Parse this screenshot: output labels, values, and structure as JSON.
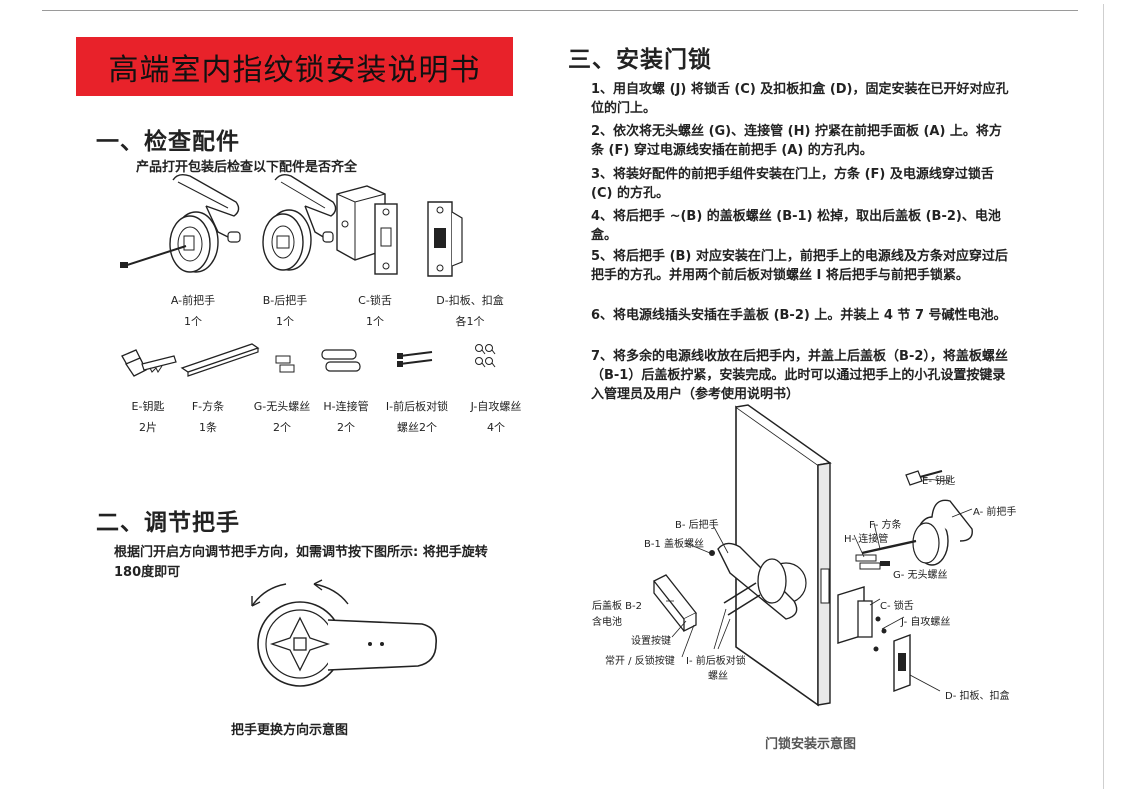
{
  "title": "高端室内指纹锁安装说明书",
  "sec1": {
    "heading": "一、检查配件",
    "intro": "产品打开包装后检查以下配件是否齐全",
    "row1": [
      {
        "name": "A-前把手",
        "qty": "1个"
      },
      {
        "name": "B-后把手",
        "qty": "1个"
      },
      {
        "name": "C-锁舌",
        "qty": "1个"
      },
      {
        "name": "D-扣板、扣盒",
        "qty": "各1个"
      }
    ],
    "row2": [
      {
        "name": "E-钥匙",
        "qty": "2片"
      },
      {
        "name": "F-方条",
        "qty": "1条"
      },
      {
        "name": "G-无头螺丝",
        "qty": "2个"
      },
      {
        "name": "H-连接管",
        "qty": "2个"
      },
      {
        "name": "I-前后板对锁",
        "name2": "螺丝",
        "qty": "2个"
      },
      {
        "name": "J-自攻螺丝",
        "qty": "4个"
      }
    ]
  },
  "sec2": {
    "heading": "二、调节把手",
    "intro_line1": "根据门开启方向调节把手方向，如需调节按下图所示: 将把手旋转",
    "intro_line2": "180度即可",
    "caption": "把手更换方向示意图"
  },
  "sec3": {
    "heading": "三、安装门锁",
    "steps": [
      "1、用自攻螺 (J) 将锁舌 (C) 及扣板扣盒 (D)，固定安装在已开好对应孔位的门上。",
      "2、依次将无头螺丝 (G)、连接管 (H) 拧紧在前把手面板 (A) 上。将方条 (F) 穿过电源线安插在前把手 (A) 的方孔内。",
      "3、将装好配件的前把手组件安装在门上，方条 (F) 及电源线穿过锁舌 (C) 的方孔。",
      "4、将后把手 ~(B) 的盖板螺丝 (B-1) 松掉，取出后盖板 (B-2)、电池盒。",
      "5、将后把手 (B) 对应安装在门上，前把手上的电源线及方条对应穿过后把手的方孔。并用两个前后板对锁螺丝 I 将后把手与前把手锁紧。",
      "6、将电源线插头安插在手盖板 (B-2) 上。并装上 4 节 7 号碱性电池。",
      "7、将多余的电源线收放在后把手内，并盖上后盖板（B-2），将盖板螺丝（B-1）后盖板拧紧，安装完成。此时可以通过把手上的小孔设置按键录入管理员及用户（参考使用说明书）"
    ],
    "callouts": {
      "e": "E- 钥匙",
      "a": "A- 前把手",
      "b": "B- 后把手",
      "b1": "B-1 盖板螺丝",
      "f": "F- 方条",
      "h": "H- 连接管",
      "g": "G- 无头螺丝",
      "b2_1": "后盖板 B-2",
      "b2_2": "含电池",
      "c": "C- 锁舌",
      "j": "J- 自攻螺丝",
      "set": "设置按键",
      "lock": "常开 / 反锁按键",
      "i1": "I- 前后板对锁",
      "i2": "螺丝",
      "d": "D- 扣板、扣盒"
    },
    "caption": "门锁安装示意图"
  }
}
